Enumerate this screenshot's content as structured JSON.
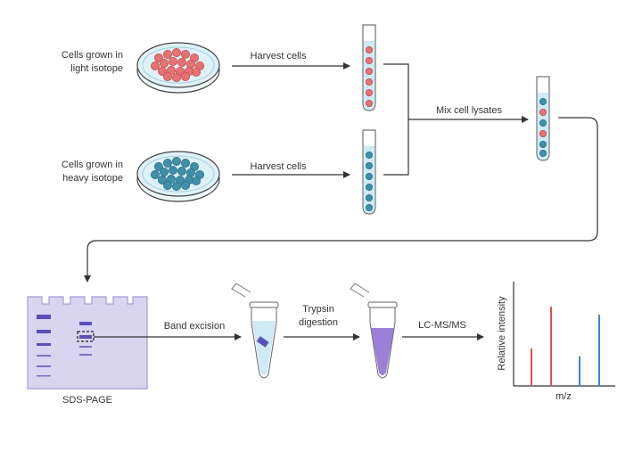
{
  "labels": {
    "light_cells": [
      "Cells grown in",
      "light isotope"
    ],
    "heavy_cells": [
      "Cells grown in",
      "heavy isotope"
    ],
    "harvest_light": "Harvest cells",
    "harvest_heavy": "Harvest cells",
    "mix": "Mix cell lysates",
    "sds_page": "SDS-PAGE",
    "band_excision": "Band excision",
    "trypsin": [
      "Trypsin",
      "digestion"
    ],
    "lcms": "LC-MS/MS",
    "ylabel": "Relative intensity",
    "xlabel": "m/z"
  },
  "colors": {
    "light_cell": "#e57373",
    "light_cell_dark": "#c94848",
    "heavy_cell": "#3f8fa8",
    "heavy_cell_dark": "#2a6f86",
    "dish_fill": "#dff1f8",
    "gel": "#d9d4f0",
    "gel_border": "#a59bd6",
    "band": "#5a50b8",
    "digest_liquid": "#9b7fd8",
    "tube_liquid": "#cdeaf5",
    "line": "#333333"
  },
  "spectrum": {
    "peaks": [
      {
        "mz": 1,
        "intensity": 0.38,
        "series": "light"
      },
      {
        "mz": 2,
        "intensity": 0.8,
        "series": "light"
      },
      {
        "mz": 3,
        "intensity": 0.3,
        "series": "heavy"
      },
      {
        "mz": 4,
        "intensity": 0.72,
        "series": "heavy"
      }
    ]
  }
}
